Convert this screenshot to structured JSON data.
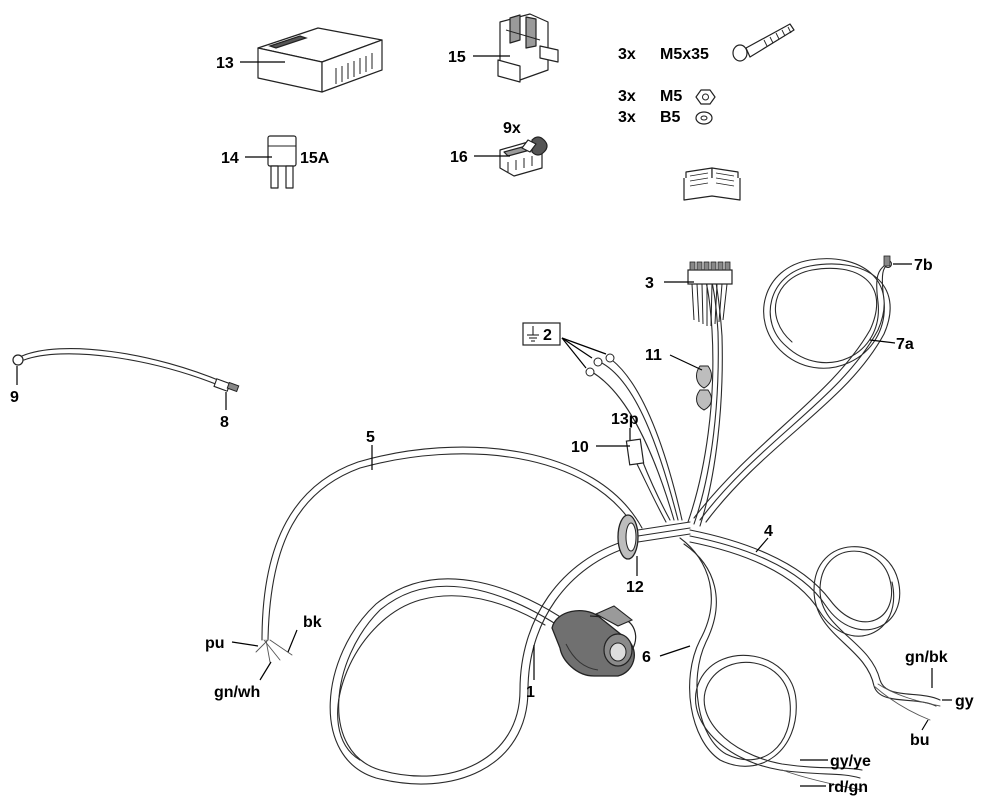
{
  "hardware": {
    "bolt": {
      "qty": "3x",
      "name": "M5x35"
    },
    "nut": {
      "qty": "3x",
      "name": "M5"
    },
    "washer": {
      "qty": "3x",
      "name": "B5"
    }
  },
  "parts": {
    "p1": "1",
    "p2": "2",
    "p3": "3",
    "p4": "4",
    "p5": "5",
    "p6": "6",
    "p7a": "7a",
    "p7b": "7b",
    "p8": "8",
    "p9": "9",
    "p9x": "9x",
    "p10": "10",
    "p11": "11",
    "p12": "12",
    "p13": "13",
    "p13p": "13p",
    "p14": "14",
    "p15": "15",
    "p16": "16",
    "fuse_rating": "15A"
  },
  "wire_colors": {
    "pu": "pu",
    "bk": "bk",
    "gn_wh": "gn/wh",
    "gn_bk": "gn/bk",
    "gy": "gy",
    "bu": "bu",
    "gy_ye": "gy/ye",
    "rd_gn": "rd/gn"
  },
  "icons": [
    "control-module-icon",
    "relay-holder-icon",
    "fuse-icon",
    "terminal-block-icon",
    "bolt-icon",
    "nut-icon",
    "washer-icon",
    "manual-book-icon",
    "ground-symbol-icon",
    "trailer-socket-icon",
    "grommet-icon"
  ]
}
